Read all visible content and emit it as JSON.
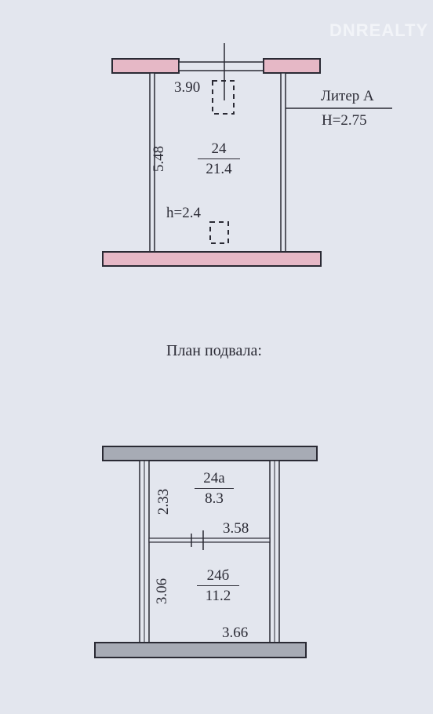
{
  "watermark": "DNREALTY",
  "ground_floor": {
    "room": {
      "number": "24",
      "area": "21.4"
    },
    "width_dim": "3.90",
    "length_dim": "5.48",
    "ceiling_height": "h=2.4",
    "building_label": {
      "name": "Литер А",
      "height": "H=2.75"
    }
  },
  "basement_title": "План подвала:",
  "basement": {
    "rooms": [
      {
        "number": "24а",
        "area": "8.3"
      },
      {
        "number": "24б",
        "area": "11.2"
      }
    ],
    "dims": {
      "upper_length": "2.33",
      "partition_width": "3.58",
      "lower_length": "3.06",
      "bottom_width": "3.66"
    }
  },
  "colors": {
    "background": "#e3e6ee",
    "ink": "#2a2a34",
    "wall_pink": "#e6b8c6",
    "wall_gray": "#a7abb5"
  }
}
